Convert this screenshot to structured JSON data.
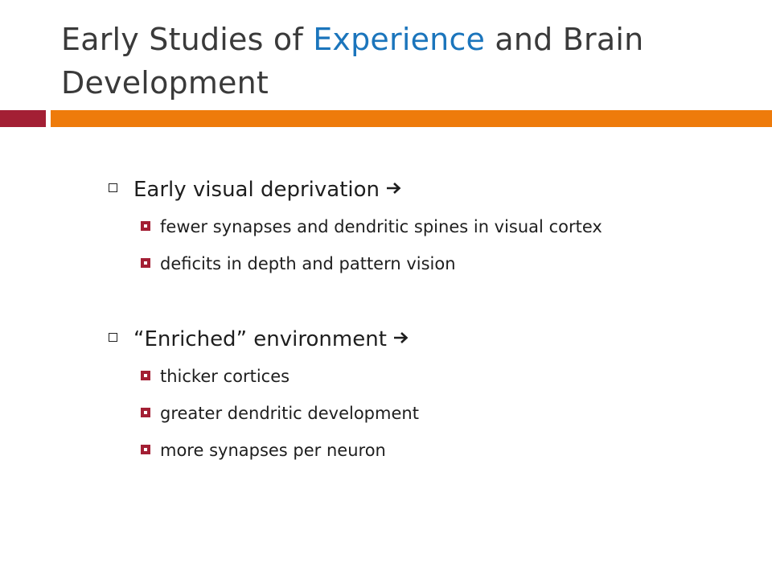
{
  "slide": {
    "title_part1": "Early Studies of ",
    "title_accent": "Experience",
    "title_part2": " and Brain Development",
    "accent_color": "#1b75bc",
    "bar_colors": [
      "#a31f34",
      "#ee7b0b"
    ]
  },
  "sections": [
    {
      "heading": "Early visual deprivation",
      "arrow_icon": "right-arrow-icon",
      "items": [
        "fewer synapses and dendritic spines in visual cortex",
        "deficits in depth and pattern vision"
      ]
    },
    {
      "heading": "“Enriched” environment",
      "arrow_icon": "right-arrow-icon",
      "items": [
        "thicker cortices",
        "greater dendritic development",
        "more synapses per neuron"
      ]
    }
  ]
}
